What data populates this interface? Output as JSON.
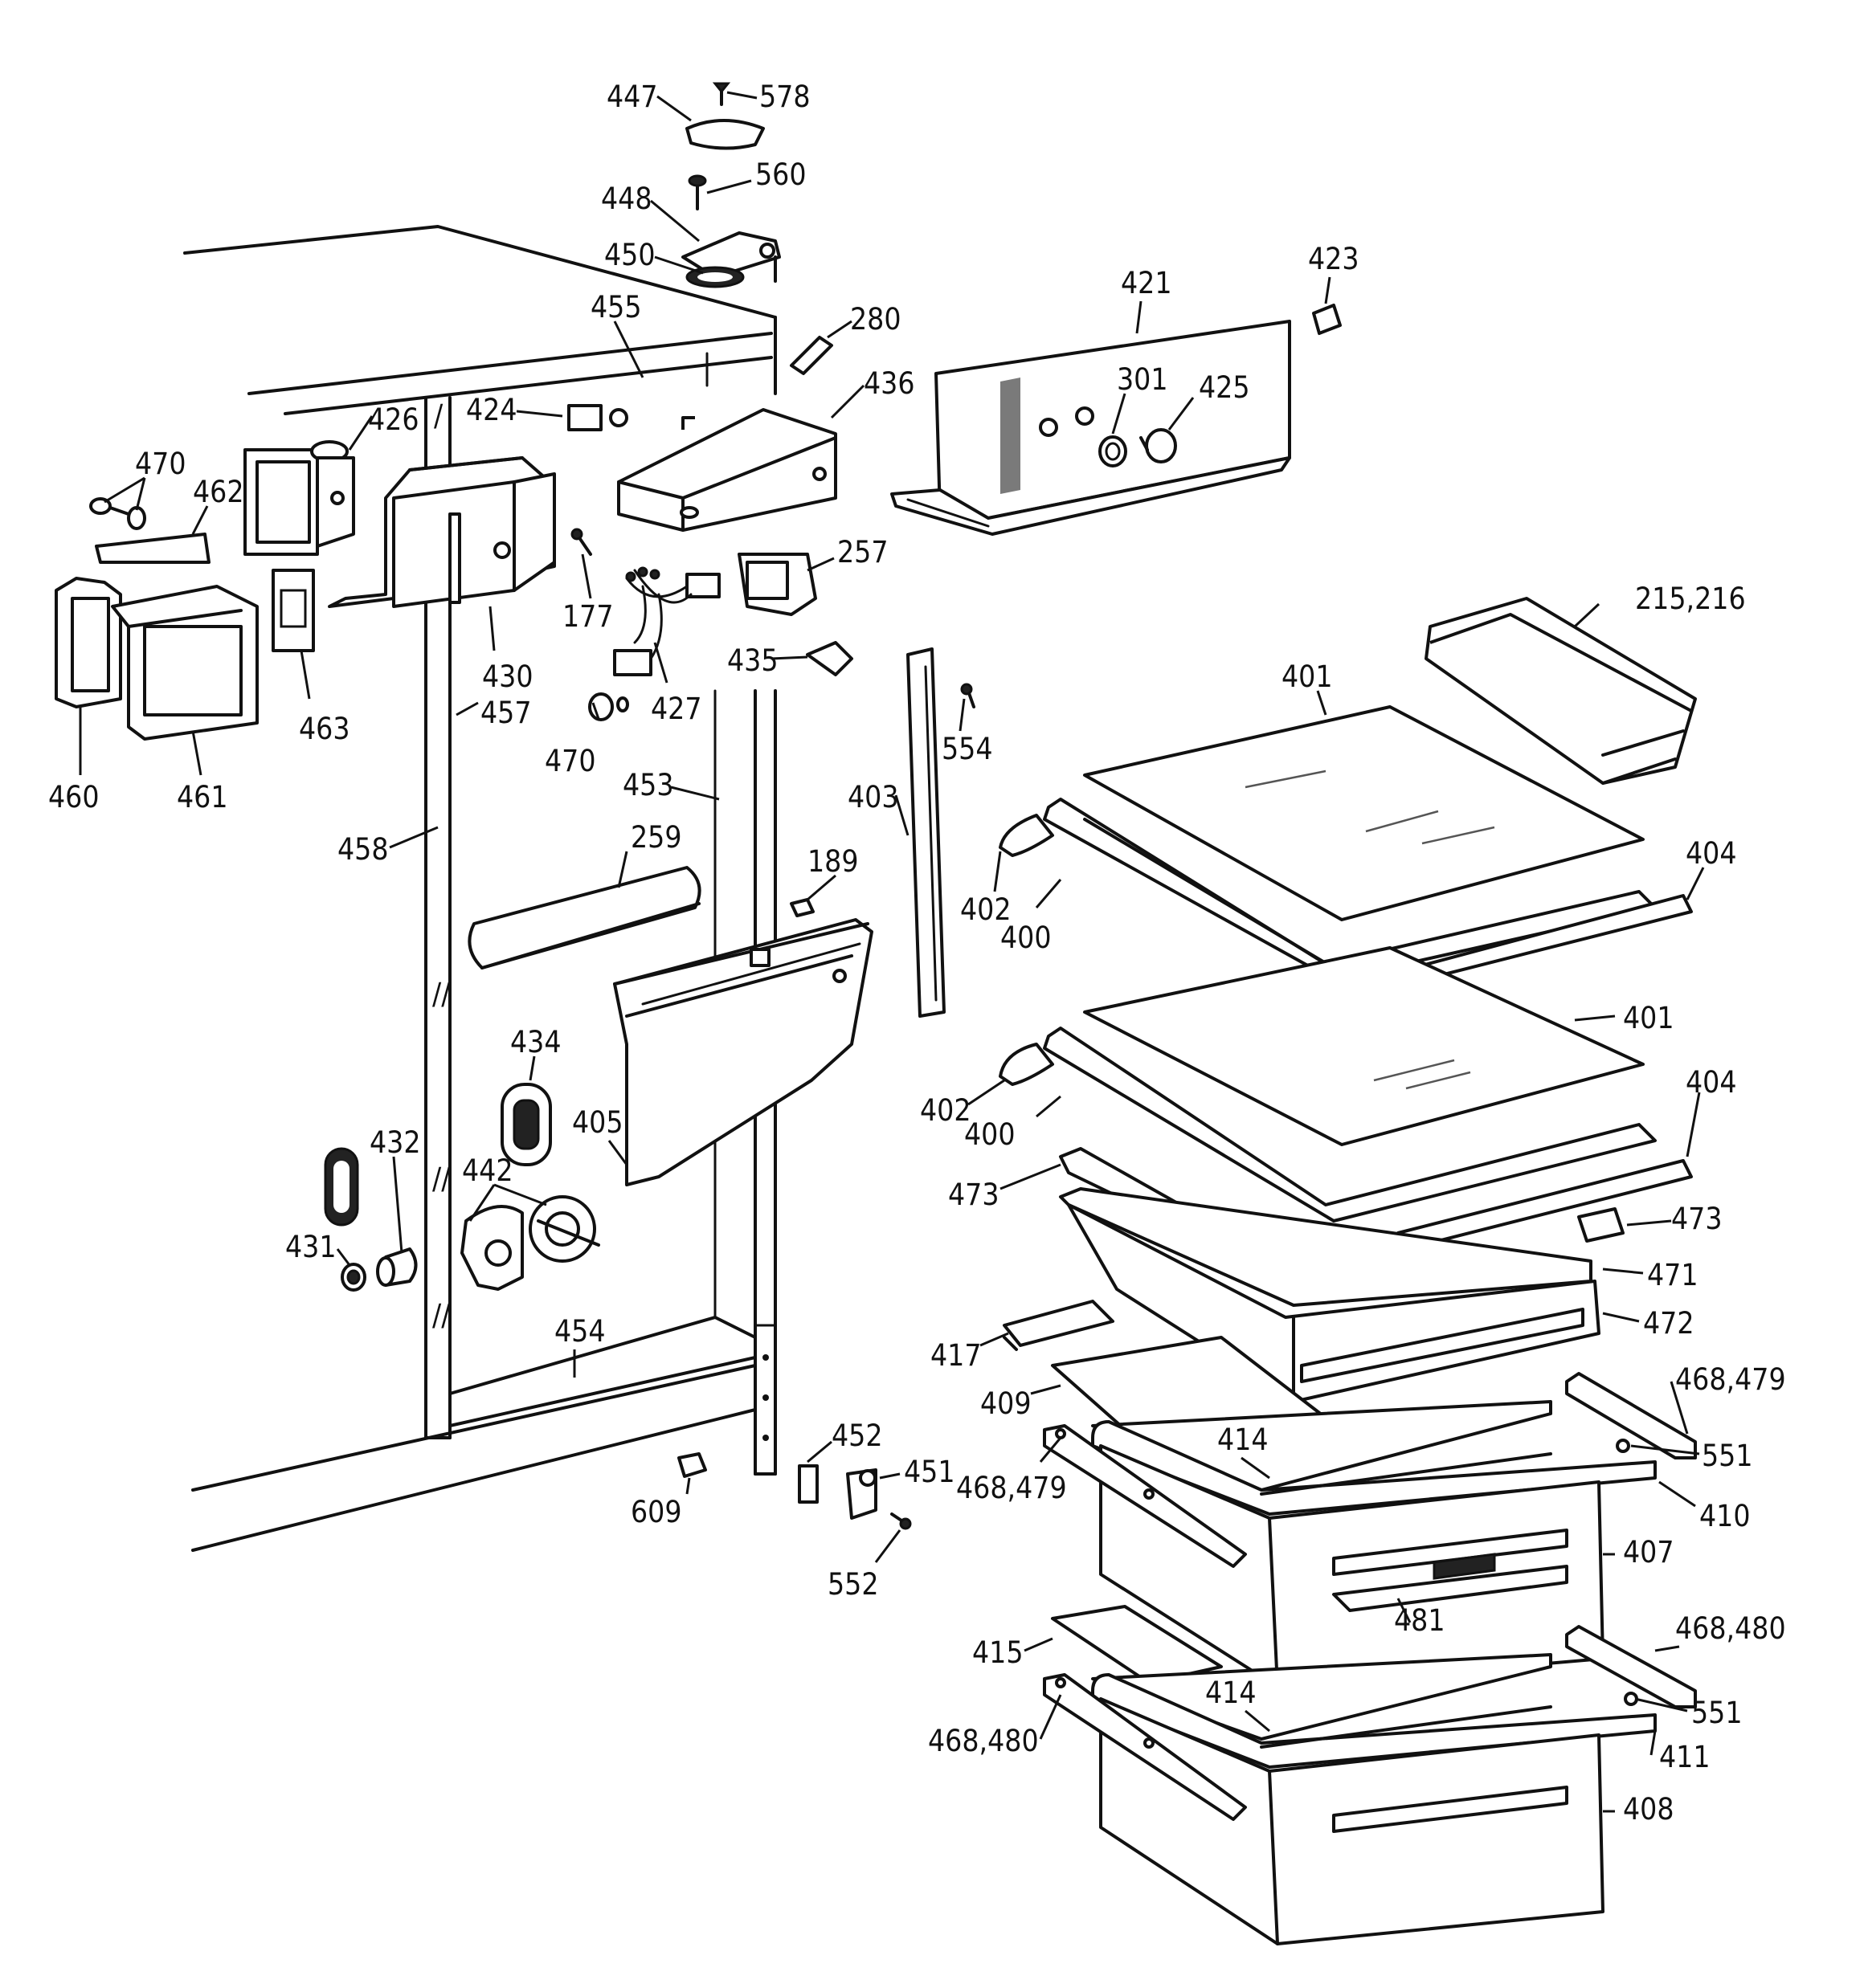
{
  "labels": {
    "l447": "447",
    "l578": "578",
    "l560": "560",
    "l448": "448",
    "l450": "450",
    "l455": "455",
    "l280": "280",
    "l421": "421",
    "l423": "423",
    "l301": "301",
    "l425": "425",
    "l424": "424",
    "l436": "436",
    "l426": "426",
    "l470a": "470",
    "l462": "462",
    "l177": "177",
    "l257": "257",
    "l430": "430",
    "l427": "427",
    "l435": "435",
    "l215": "215,216",
    "l463": "463",
    "l457": "457",
    "l554": "554",
    "l401a": "401",
    "l460": "460",
    "l461": "461",
    "l470b": "470",
    "l453": "453",
    "l403": "403",
    "l458": "458",
    "l259": "259",
    "l189": "189",
    "l404a": "404",
    "l402a": "402",
    "l400a": "400",
    "l401b": "401",
    "l434": "434",
    "l404b": "404",
    "l402b": "402",
    "l400b": "400",
    "l405": "405",
    "l432": "432",
    "l442": "442",
    "l473a": "473",
    "l473b": "473",
    "l431": "431",
    "l471": "471",
    "l454": "454",
    "l472": "472",
    "l417": "417",
    "l468479a": "468,479",
    "l409": "409",
    "l414a": "414",
    "l452": "452",
    "l551a": "551",
    "l451": "451",
    "l468479b": "468,479",
    "l609": "609",
    "l410": "410",
    "l407": "407",
    "l552": "552",
    "l481": "481",
    "l468480a": "468,480",
    "l415": "415",
    "l414b": "414",
    "l551b": "551",
    "l468480b": "468,480",
    "l411": "411",
    "l408": "408"
  }
}
